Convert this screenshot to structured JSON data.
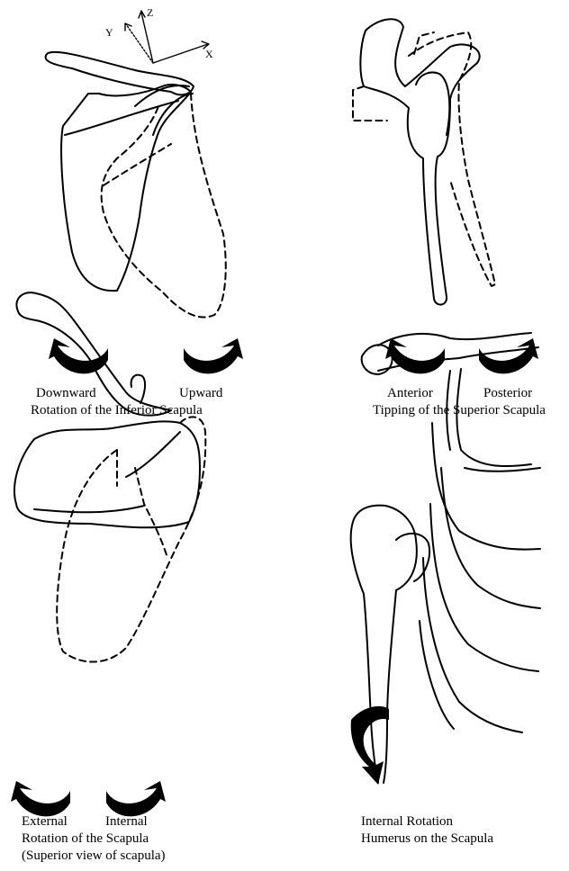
{
  "panels": {
    "inferior_rotation": {
      "axes": {
        "x": "X",
        "y": "Y",
        "z": "Z"
      },
      "labels": {
        "left": "Downward",
        "right": "Upward",
        "caption": "Rotation of the Inferior Scapula"
      }
    },
    "superior_tipping": {
      "labels": {
        "left": "Anterior",
        "right": "Posterior",
        "caption": "Tipping of the Superior Scapula"
      }
    },
    "scapula_rotation": {
      "labels": {
        "left": "External",
        "right": "Internal",
        "caption": "Rotation of the Scapula",
        "subcaption": "(Superior view of scapula)"
      }
    },
    "humerus_rotation": {
      "labels": {
        "line1": "Internal Rotation",
        "line2": "Humerus on the Scapula"
      }
    }
  },
  "colors": {
    "ink": "#000000",
    "background": "#ffffff"
  }
}
